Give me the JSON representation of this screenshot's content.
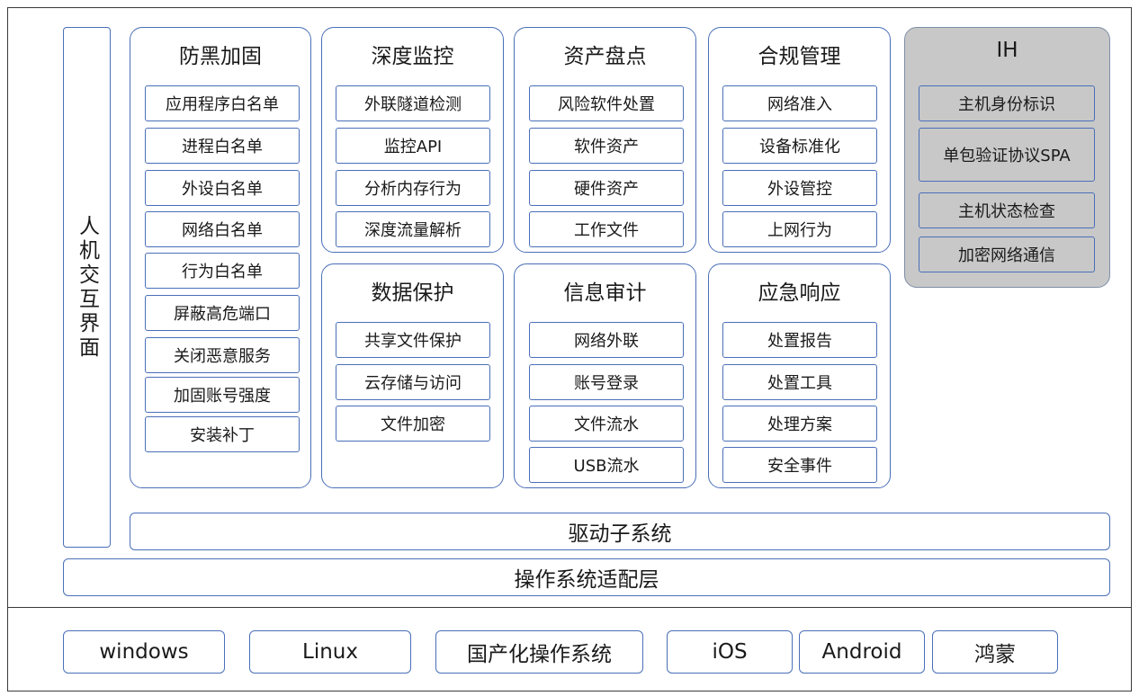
{
  "hmi": "人机交互界面",
  "groups": {
    "harden": {
      "title": "防黑加固",
      "items": [
        "应用程序白名单",
        "进程白名单",
        "外设白名单",
        "网络白名单",
        "行为白名单",
        "屏蔽高危端口",
        "关闭恶意服务",
        "加固账号强度",
        "安装补丁"
      ]
    },
    "monitor": {
      "title": "深度监控",
      "items": [
        "外联隧道检测",
        "监控API",
        "分析内存行为",
        "深度流量解析"
      ]
    },
    "asset": {
      "title": "资产盘点",
      "items": [
        "风险软件处置",
        "软件资产",
        "硬件资产",
        "工作文件"
      ]
    },
    "comply": {
      "title": "合规管理",
      "items": [
        "网络准入",
        "设备标准化",
        "外设管控",
        "上网行为"
      ]
    },
    "ih": {
      "title": "IH",
      "items": [
        "主机身份标识",
        "单包验证协议SPA",
        "主机状态检查",
        "加密网络通信"
      ]
    },
    "data": {
      "title": "数据保护",
      "items": [
        "共享文件保护",
        "云存储与访问",
        "文件加密"
      ]
    },
    "audit": {
      "title": "信息审计",
      "items": [
        "网络外联",
        "账号登录",
        "文件流水",
        "USB流水"
      ]
    },
    "respond": {
      "title": "应急响应",
      "items": [
        "处置报告",
        "处置工具",
        "处理方案",
        "安全事件"
      ]
    }
  },
  "driver_layer": "驱动子系统",
  "os_adapter_layer": "操作系统适配层",
  "os_list": [
    "windows",
    "Linux",
    "国产化操作系统",
    "iOS",
    "Android",
    "鸿蒙"
  ]
}
